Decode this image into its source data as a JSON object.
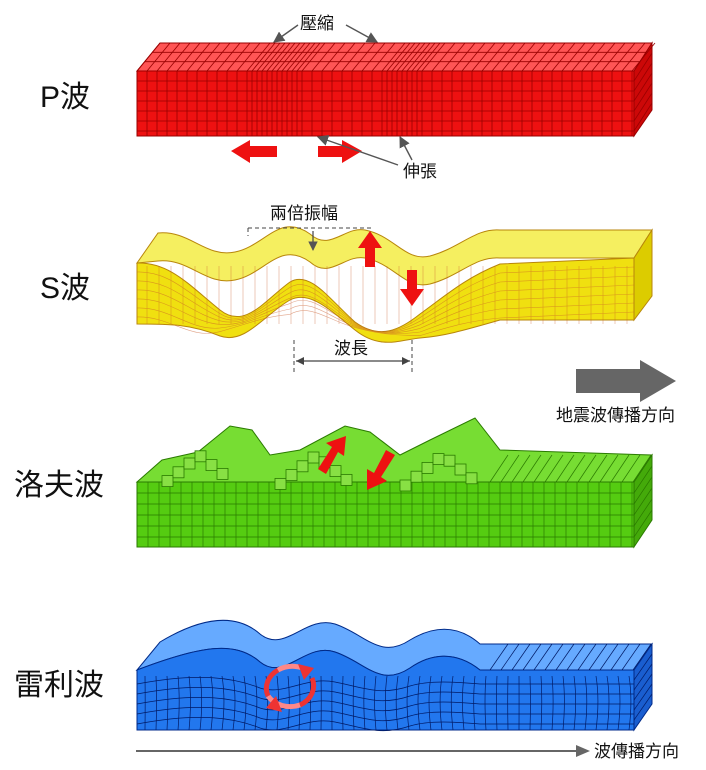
{
  "colors": {
    "p_wave": "#ee1111",
    "s_wave": "#f0e010",
    "love_wave": "#55cc11",
    "rayleigh_wave": "#2277ee",
    "arrow_red": "#ee1111",
    "arrow_gray": "#666666"
  },
  "waves": [
    {
      "name": "P波",
      "annotations": [
        "壓縮",
        "伸張"
      ]
    },
    {
      "name": "S波",
      "annotations": [
        "兩倍振幅",
        "波長"
      ]
    },
    {
      "name": "洛夫波",
      "annotations": []
    },
    {
      "name": "雷利波",
      "annotations": []
    }
  ],
  "direction": {
    "seismic_label": "地震波傳播方向",
    "wave_label": "波傳播方向"
  }
}
